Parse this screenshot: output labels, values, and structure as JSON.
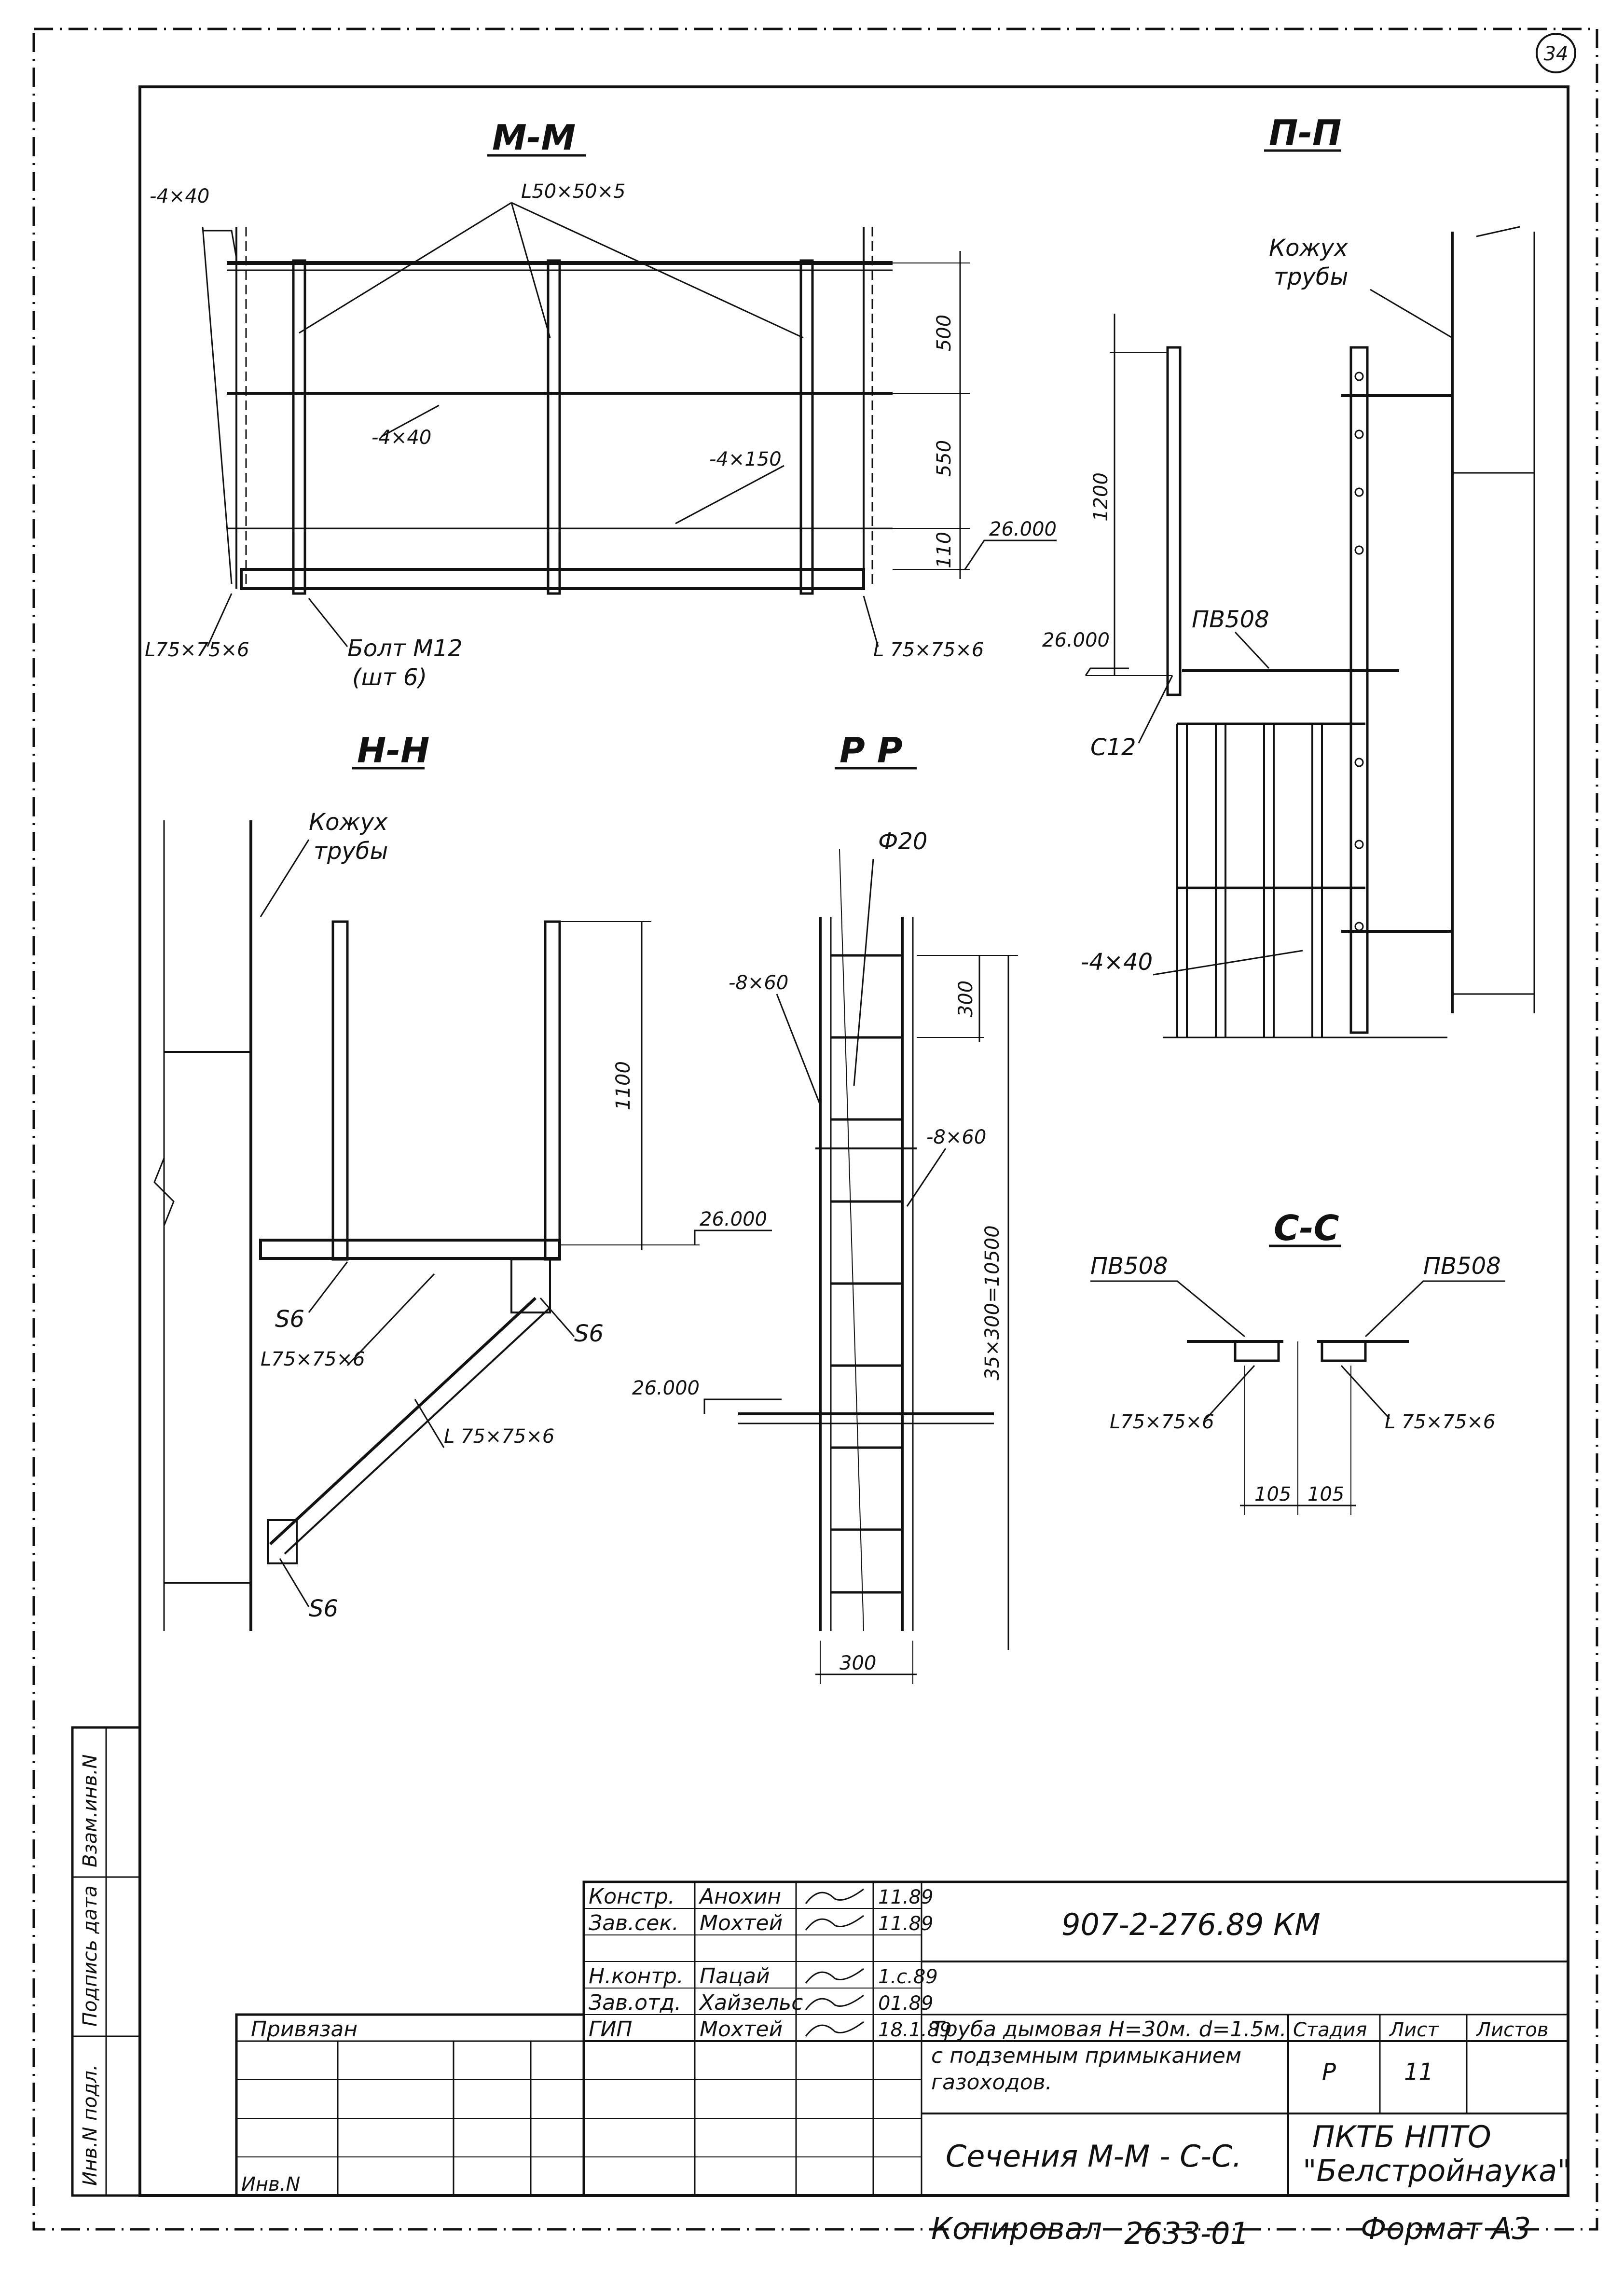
{
  "sheet_corner": "34",
  "section_mm": {
    "title": "М-М",
    "labels": {
      "strip_left": "-4×40",
      "angles": "L50×50×5",
      "strip_mid": "-4×40",
      "strip_bottom": "-4×150",
      "angle_left": "L75×75×6",
      "bolt": "Болт М12",
      "bolt_qty": "(шт 6)",
      "angle_right": "L 75×75×6"
    },
    "dims": [
      "500",
      "550",
      "110"
    ],
    "level": "26.000"
  },
  "section_pp": {
    "title": "П-П",
    "labels": {
      "casing": "Кожух",
      "casing2": "трубы",
      "grating": "ПВ508",
      "channel": "С12",
      "strip": "-4×40"
    },
    "dims": [
      "1200"
    ],
    "level": "26.000"
  },
  "section_hh": {
    "title": "Н-Н",
    "labels": {
      "casing": "Кожух",
      "casing2": "трубы",
      "s6_a": "S6",
      "s6_b": "S6",
      "s6_c": "S6",
      "angle_a": "L75×75×6",
      "angle_b": "L 75×75×6"
    },
    "dims": [
      "1100"
    ],
    "level": "26.000"
  },
  "section_rr": {
    "title": "Р Р",
    "labels": {
      "rod": "Ф20",
      "strip_a": "-8×60",
      "strip_b": "-8×60"
    },
    "dims": [
      "300",
      "300",
      "35×300=10500"
    ],
    "level": "26.000"
  },
  "section_cc": {
    "title": "С-С",
    "labels": {
      "grating_l": "ПВ508",
      "grating_r": "ПВ508",
      "angle_l": "L75×75×6",
      "angle_r": "L 75×75×6"
    },
    "dims": [
      "105",
      "105"
    ]
  },
  "side_stamp": [
    "Взам.инв.N",
    "Подпись дата",
    "Инв.N подл."
  ],
  "stamp": {
    "rows": [
      {
        "role": "Констр.",
        "name": "Анохин",
        "sign": "",
        "date": "11.89"
      },
      {
        "role": "Зав.сек.",
        "name": "Мохтей",
        "sign": "",
        "date": "11.89"
      },
      {
        "role": "",
        "name": "",
        "sign": "",
        "date": ""
      },
      {
        "role": "Н.контр.",
        "name": "Пацай",
        "sign": "",
        "date": "1.с.89"
      },
      {
        "role": "Зав.отд.",
        "name": "Хайзельс",
        "sign": "",
        "date": "01.89"
      },
      {
        "role": "ГИП",
        "name": "Мохтей",
        "sign": "",
        "date": "18.1.89"
      }
    ],
    "doc_code": "907-2-276.89 КМ",
    "object": [
      "Труба дымовая Н=30м. d=1.5м.",
      "с подземным примыканием",
      "газоходов."
    ],
    "stage_h": "Стадия",
    "sheet_h": "Лист",
    "sheets_h": "Листов",
    "stage": "Р",
    "sheet": "11",
    "sheet_title": "Сечения М-М - С-С.",
    "org": [
      "ПКТБ НПТО",
      "\"Белстройнаука\""
    ],
    "bound": "Привязан",
    "inv": "Инв.N"
  },
  "footer": {
    "copied": "Копировал",
    "num": "2633-01",
    "format": "Формат А3"
  }
}
